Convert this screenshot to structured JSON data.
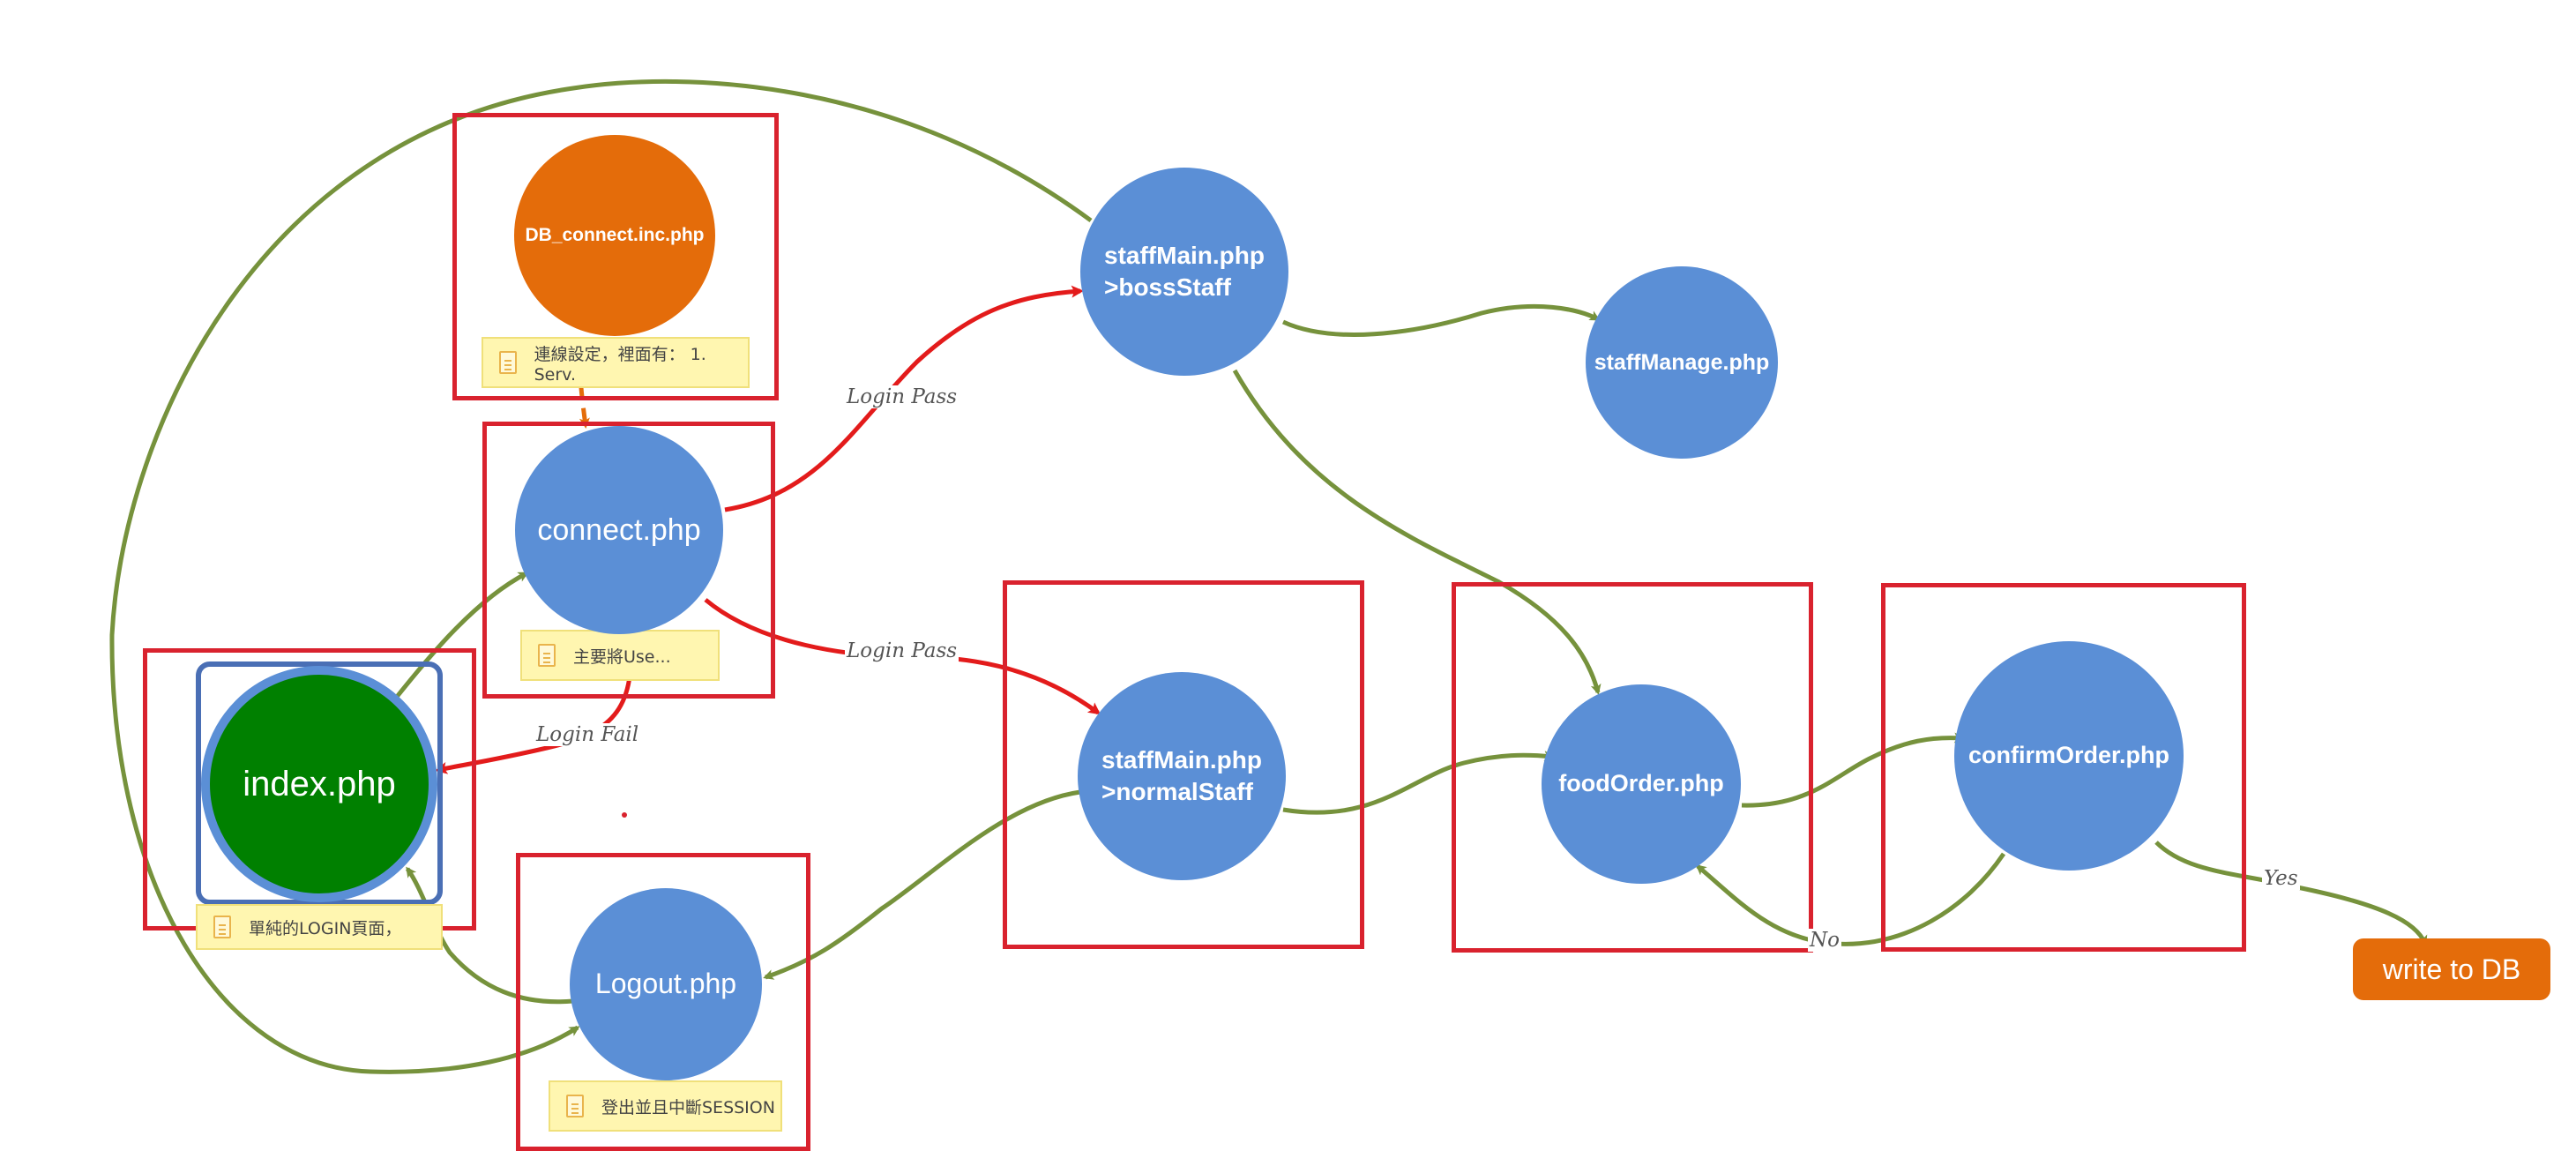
{
  "nodes": {
    "db_connect": "DB_connect.inc.php",
    "connect": "connect.php",
    "index": "index.php",
    "logout": "Logout.php",
    "staff_main_boss": "staffMain.php\n>bossStaff",
    "staff_main_normal": "staffMain.php\n>normalStaff",
    "staff_manage": "staffManage.php",
    "food_order": "foodOrder.php",
    "confirm_order": "confirmOrder.php",
    "write_db": "write to DB"
  },
  "notes": {
    "db_connect_note": "連線設定，裡面有： 1. Serv.",
    "connect_note": "主要將Use...",
    "index_note": "單純的LOGIN頁面，",
    "logout_note": "登出並且中斷SESSION"
  },
  "edge_labels": {
    "login_pass_boss": "Login Pass",
    "login_pass_normal": "Login Pass",
    "login_fail": "Login Fail",
    "no": "No",
    "yes": "Yes"
  },
  "colors": {
    "node_blue": "#5b8fd6",
    "node_orange": "#e46c0a",
    "node_green": "#008000",
    "edge_green": "#76923c",
    "edge_red": "#e31b1b",
    "frame_red": "#d9222e",
    "frame_blue": "#4a6fb5",
    "note_yellow": "#fff6b0"
  }
}
